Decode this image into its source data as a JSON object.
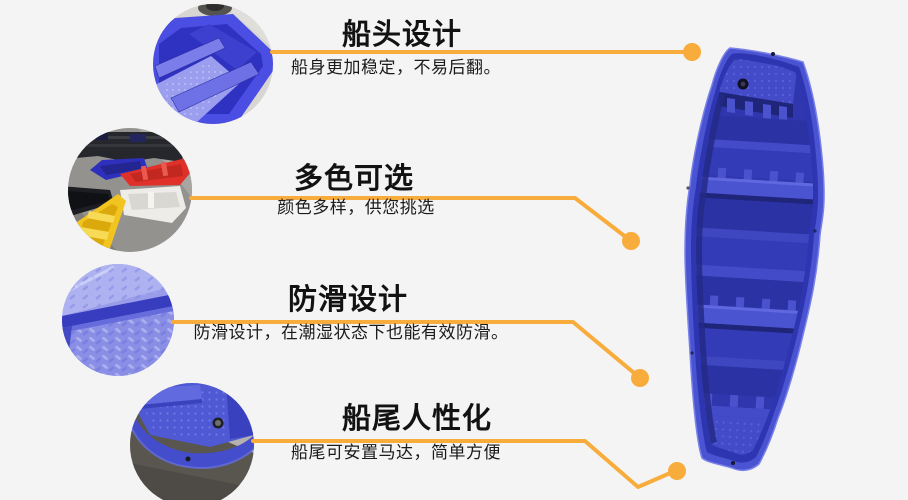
{
  "banner": {
    "background_color": "#F4F4F5",
    "accent_color": "#F8AC3C",
    "text_color": "#121212",
    "boat_main_color": "#4A53D2"
  },
  "features": [
    {
      "title": "船头设计",
      "desc": "船身更加稳定，不易后翻。",
      "photo": "bow-interior-photo"
    },
    {
      "title": "多色可选",
      "desc": "颜色多样，供您挑选",
      "photo": "multi-color-boats-photo"
    },
    {
      "title": "防滑设计",
      "desc": "防滑设计，在潮湿状态下也能有效防滑。",
      "photo": "anti-slip-texture-photo"
    },
    {
      "title": "船尾人性化",
      "desc": "船尾可安置马达，简单方便",
      "photo": "stern-detail-photo"
    }
  ],
  "illustration": {
    "name": "blue-plastic-boat-top-view"
  }
}
